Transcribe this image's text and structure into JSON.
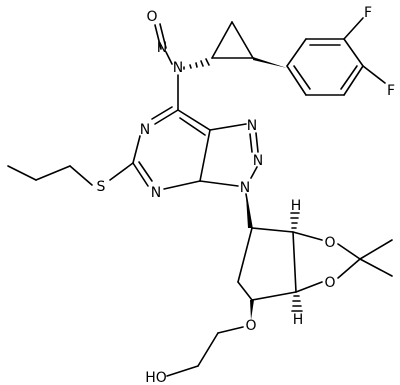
{
  "structure": {
    "atoms": {
      "O_nitroso": "O",
      "N_nitroso": "N",
      "N_amine": "N",
      "F_top": "F",
      "F_bottom": "F",
      "N_pyr1": "N",
      "N_pyr3": "N",
      "N_tri1": "N",
      "N_tri2": "N",
      "N_tri3": "N",
      "S": "S",
      "O_diox1": "O",
      "O_diox2": "O",
      "O_ether": "O",
      "HO": "HO",
      "H_top": "H",
      "H_bottom": "H"
    }
  }
}
